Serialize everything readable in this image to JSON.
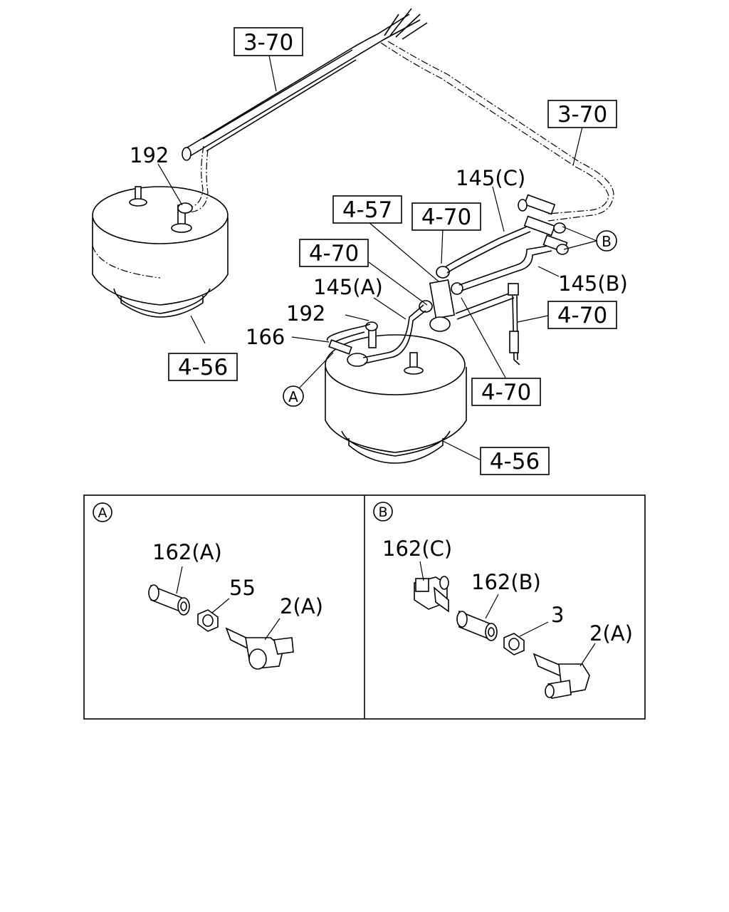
{
  "labels": {
    "ref_3_70_top": "3-70",
    "ref_3_70_right": "3-70",
    "ref_4_57": "4-57",
    "ref_4_70_a": "4-70",
    "ref_4_70_b": "4-70",
    "ref_4_70_c": "4-70",
    "ref_4_70_d": "4-70",
    "ref_4_56_left": "4-56",
    "ref_4_56_right": "4-56",
    "part_192_top": "192",
    "part_192_mid": "192",
    "part_166": "166",
    "part_145a": "145(A)",
    "part_145b": "145(B)",
    "part_145c": "145(C)",
    "callout_a": "A",
    "callout_b": "B"
  },
  "detail_a": {
    "title": "A",
    "part_162a": "162(A)",
    "part_55": "55",
    "part_2a": "2(A)"
  },
  "detail_b": {
    "title": "B",
    "part_162c": "162(C)",
    "part_162b": "162(B)",
    "part_3": "3",
    "part_2a": "2(A)"
  }
}
